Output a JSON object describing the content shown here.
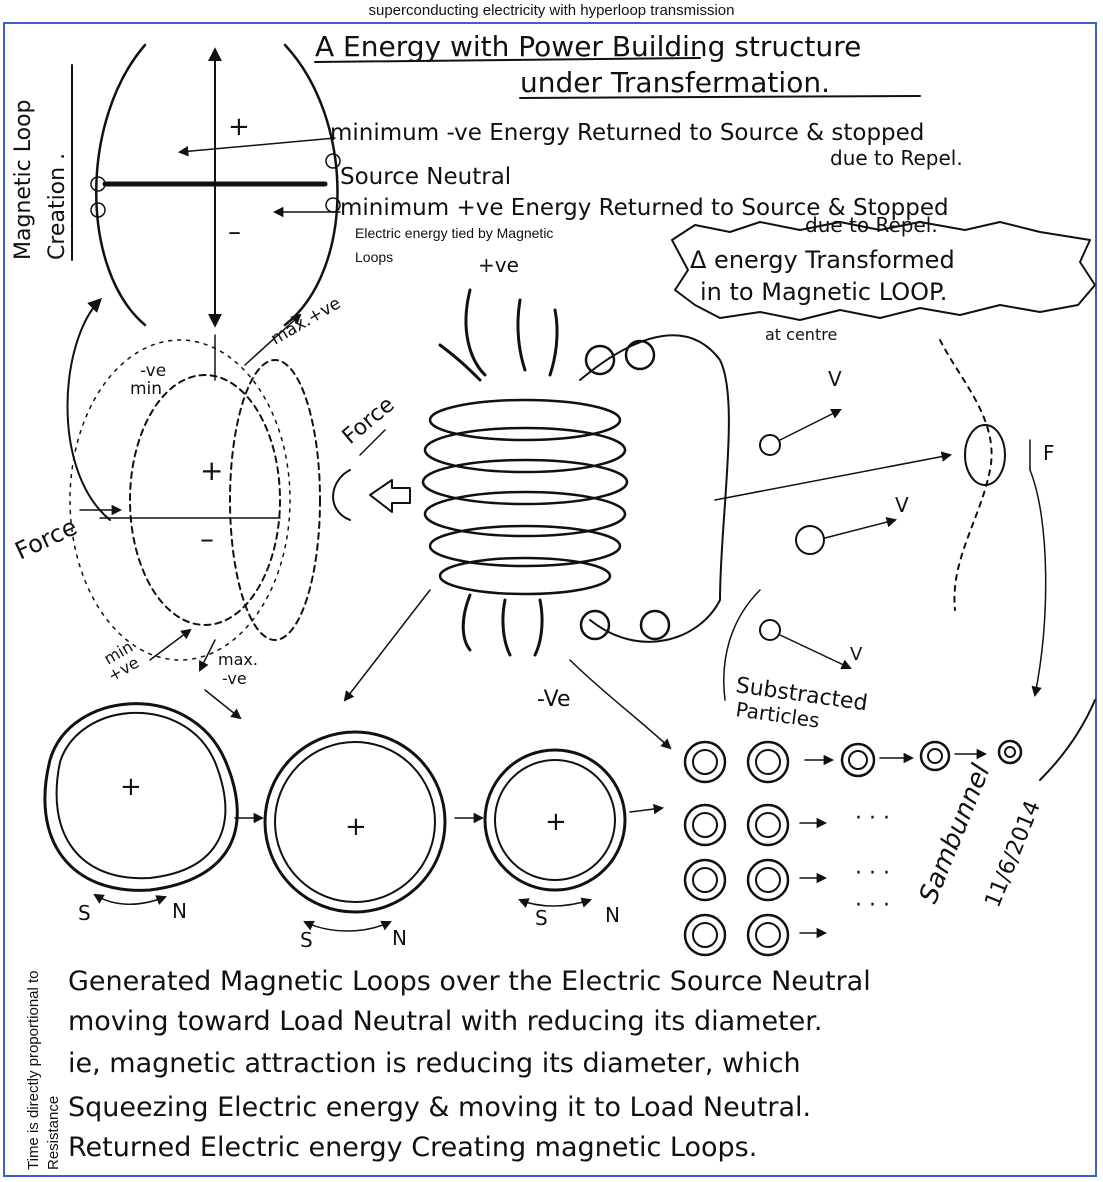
{
  "caption": "superconducting electricity with hyperloop transmission",
  "title": {
    "line1": "A Energy with Power Building structure",
    "line2": "under Transfermation."
  },
  "side_label": {
    "line1": "Magnetic Loop",
    "line2": "Creation ."
  },
  "notes": {
    "neg_returned": "minimum -ve Energy Returned to Source & stopped",
    "neg_repel": "due to Repel.",
    "source_neutral": "Source Neutral",
    "pos_returned": "minimum +ve Energy Returned to Source & Stopped",
    "pos_repel": "due to Repel.",
    "electric_tied_1": "Electric energy tied by Magnetic",
    "electric_tied_2": "Loops",
    "plus_ve": "+ve",
    "transformed_1": "Δ energy Transformed",
    "transformed_2": "in to Magnetic LOOP.",
    "at_centre": "at centre",
    "max_pos": "max.+ve",
    "min_neg": "-ve",
    "min_neg_2": "min",
    "force_right": "Force",
    "force_left": "Force",
    "min_pos": "min",
    "min_pos_2": "+ve",
    "max_neg": "max.",
    "max_neg_2": "-ve",
    "minus_ve": "-Ve",
    "substracted_1": "Substracted",
    "substracted_2": "Particles",
    "v1": "V",
    "v2": "V",
    "v3": "V",
    "f": "F"
  },
  "signature": {
    "name": "Sambunnel",
    "date": "11/6/2014"
  },
  "loops": {
    "plus": "+",
    "s": "S",
    "n": "N"
  },
  "vertical_label": {
    "line1": "Time is directly proportional to",
    "line2": "Resistance"
  },
  "bottom_text": [
    "Generated Magnetic Loops over the Electric Source Neutral",
    "moving toward Load Neutral with reducing its diameter.",
    "ie, magnetic attraction is reducing its diameter, which",
    "Squeezing Electric energy & moving it to Load Neutral.",
    "Returned Electric energy Creating magnetic Loops."
  ]
}
